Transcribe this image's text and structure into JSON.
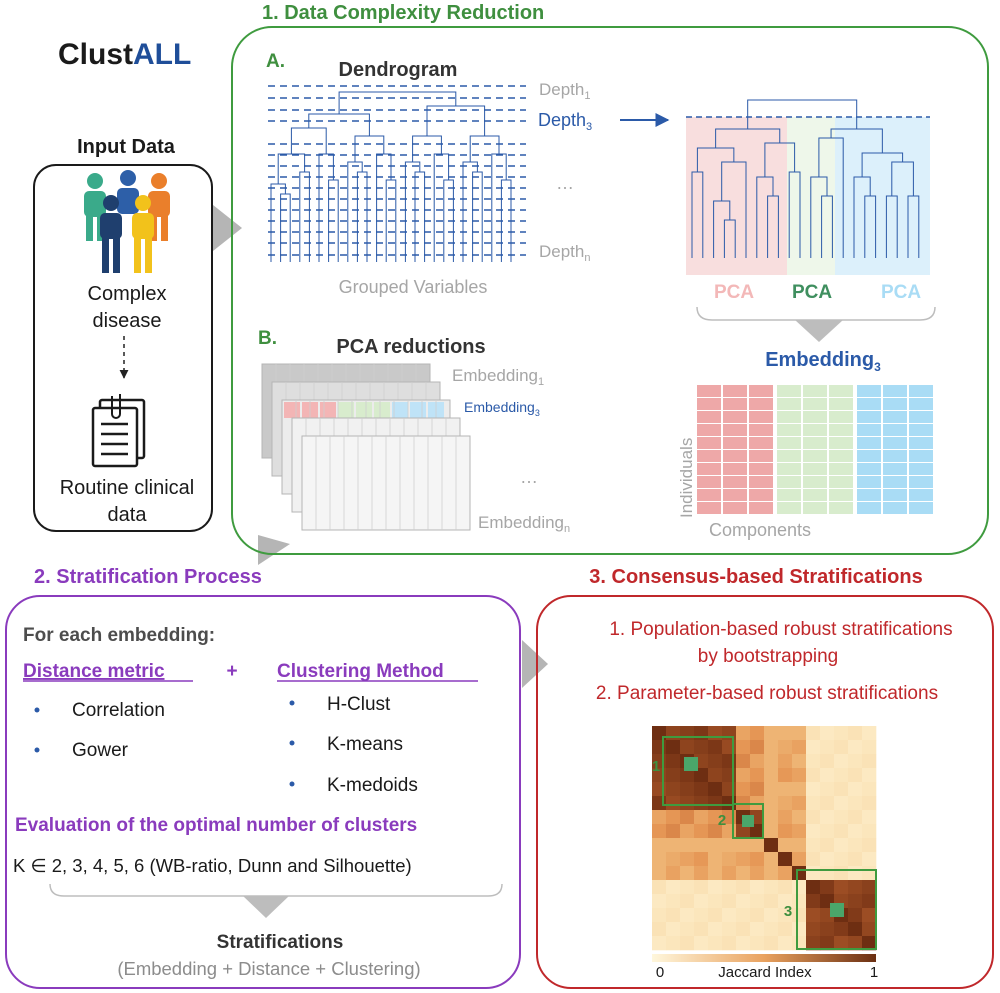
{
  "logo": {
    "part1": "Clust",
    "part2": "ALL"
  },
  "colors": {
    "green": "#3f9b3f",
    "green_text": "#3f8f3f",
    "purple": "#8a3bbd",
    "red": "#c0282b",
    "blue": "#2b5aa8",
    "gray": "#a6a6a6",
    "pink": "#f3c7c7",
    "mint": "#dcefd6",
    "sky": "#bfe3f7"
  },
  "input": {
    "title": "Input Data",
    "patient_label_1": "Complex",
    "patient_label_2": "disease",
    "clinical_label_1": "Routine clinical",
    "clinical_label_2": "data"
  },
  "section1": {
    "title": "1. Data Complexity Reduction",
    "a_label": "A.",
    "dendrogram_title": "Dendrogram",
    "depth1": "Depth",
    "depth1_sub": "1",
    "depth3": "Depth",
    "depth3_sub": "3",
    "ellipsis": "…",
    "depthn": "Depth",
    "depthn_sub": "n",
    "grouped_variables": "Grouped Variables",
    "pca_labels": [
      "PCA",
      "PCA",
      "PCA"
    ],
    "embedding3_title": "Embedding",
    "embedding3_sub": "3",
    "individuals": "Individuals",
    "components": "Components",
    "b_label": "B.",
    "pca_reductions": "PCA reductions",
    "embedding1": "Embedding",
    "embedding1_sub": "1",
    "embedding3b": "Embedding",
    "embedding3b_sub": "3",
    "embeddingn": "Embedding",
    "embeddingn_sub": "n"
  },
  "section2": {
    "title": "2. Stratification Process",
    "for_each": "For each embedding:",
    "distance_metric": "Distance metric",
    "plus": "+",
    "clustering_method": "Clustering Method",
    "distances": [
      "Correlation",
      "Gower"
    ],
    "methods": [
      "H-Clust",
      "K-means",
      "K-medoids"
    ],
    "evaluation": "Evaluation of the optimal number of clusters",
    "k_line": "K ∈  2, 3, 4, 5, 6 (WB-ratio, Dunn and Silhouette)",
    "stratifications": "Stratifications",
    "strat_detail": "(Embedding + Distance + Clustering)"
  },
  "section3": {
    "title": "3. Consensus-based Stratifications",
    "item1_line1": "1. Population-based robust stratifications",
    "item1_line2": "by bootstrapping",
    "item2": "2. Parameter-based  robust stratifications",
    "cluster_labels": [
      "1",
      "2",
      "3"
    ],
    "scale_min": "0",
    "scale_label": "Jaccard Index",
    "scale_max": "1"
  }
}
